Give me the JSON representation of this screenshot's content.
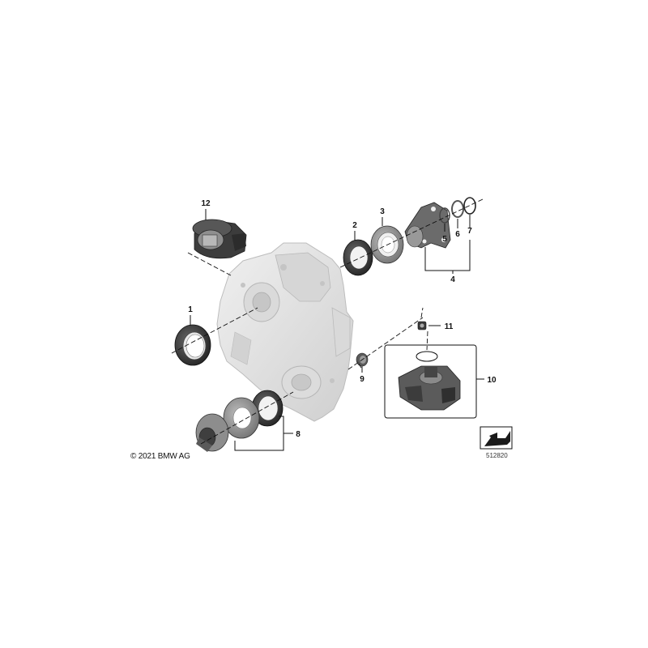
{
  "callouts": {
    "c1": "1",
    "c2": "2",
    "c3": "3",
    "c4": "4",
    "c5": "5",
    "c6": "6",
    "c7": "7",
    "c8": "8",
    "c9": "9",
    "c10": "10",
    "c11": "11",
    "c12": "12"
  },
  "copyright": "© 2021 BMW AG",
  "diagram_number": "512820",
  "icons": {
    "orientation": "arrow-orientation-icon"
  },
  "colors": {
    "line": "#111111",
    "housing": "#e4e4e4",
    "part_dark": "#3a3a3a",
    "part_mid": "#8a8a8a"
  }
}
